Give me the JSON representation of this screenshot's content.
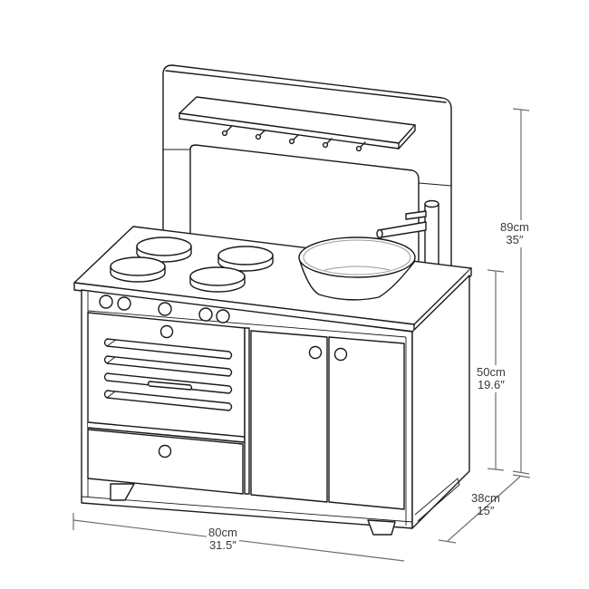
{
  "diagram": {
    "subject": "Toy play kitchen with backsplash shelf, 4 hobs, sink bowl with tap, oven, drawer and two-door cupboard",
    "colors": {
      "line": "#1a1a1a",
      "dimension_line": "#6e6e6e",
      "label_text": "#3a3a3a",
      "background": "#ffffff"
    },
    "components": {
      "shelf_hooks": 5,
      "hobs": 4,
      "knobs": 5,
      "oven_bars": 4,
      "cupboard_doors": 2
    }
  },
  "dimensions": {
    "total_height": {
      "metric": "89cm",
      "imperial": "35″"
    },
    "counter_height": {
      "metric": "50cm",
      "imperial": "19.6″"
    },
    "depth": {
      "metric": "38cm",
      "imperial": "15″"
    },
    "width": {
      "metric": "80cm",
      "imperial": "31.5″"
    }
  }
}
